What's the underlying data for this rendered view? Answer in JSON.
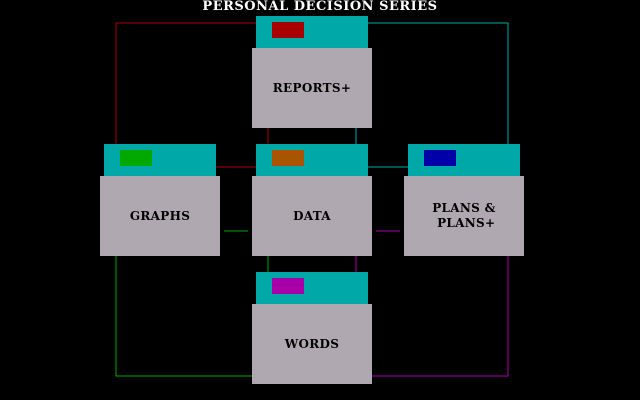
{
  "app": {
    "title": "PERSONAL DECISION SERIES"
  },
  "colors": {
    "tab": "#00a8a8",
    "body": "#b0a8b0",
    "background": "#000000"
  },
  "folders": {
    "reports": {
      "label": "REPORTS+",
      "swatch_color": "#a80000"
    },
    "graphs": {
      "label": "GRAPHS",
      "swatch_color": "#00a800"
    },
    "data": {
      "label": "DATA",
      "swatch_color": "#a85400"
    },
    "plans": {
      "label": "PLANS &\n PLANS+",
      "swatch_color": "#0000a8"
    },
    "words": {
      "label": "WORDS",
      "swatch_color": "#a800a8"
    }
  },
  "connectors": {
    "reports_color": "#a80000",
    "plans_color": "#00a8a8",
    "graphs_color": "#00a800",
    "words_color": "#a800a8"
  }
}
